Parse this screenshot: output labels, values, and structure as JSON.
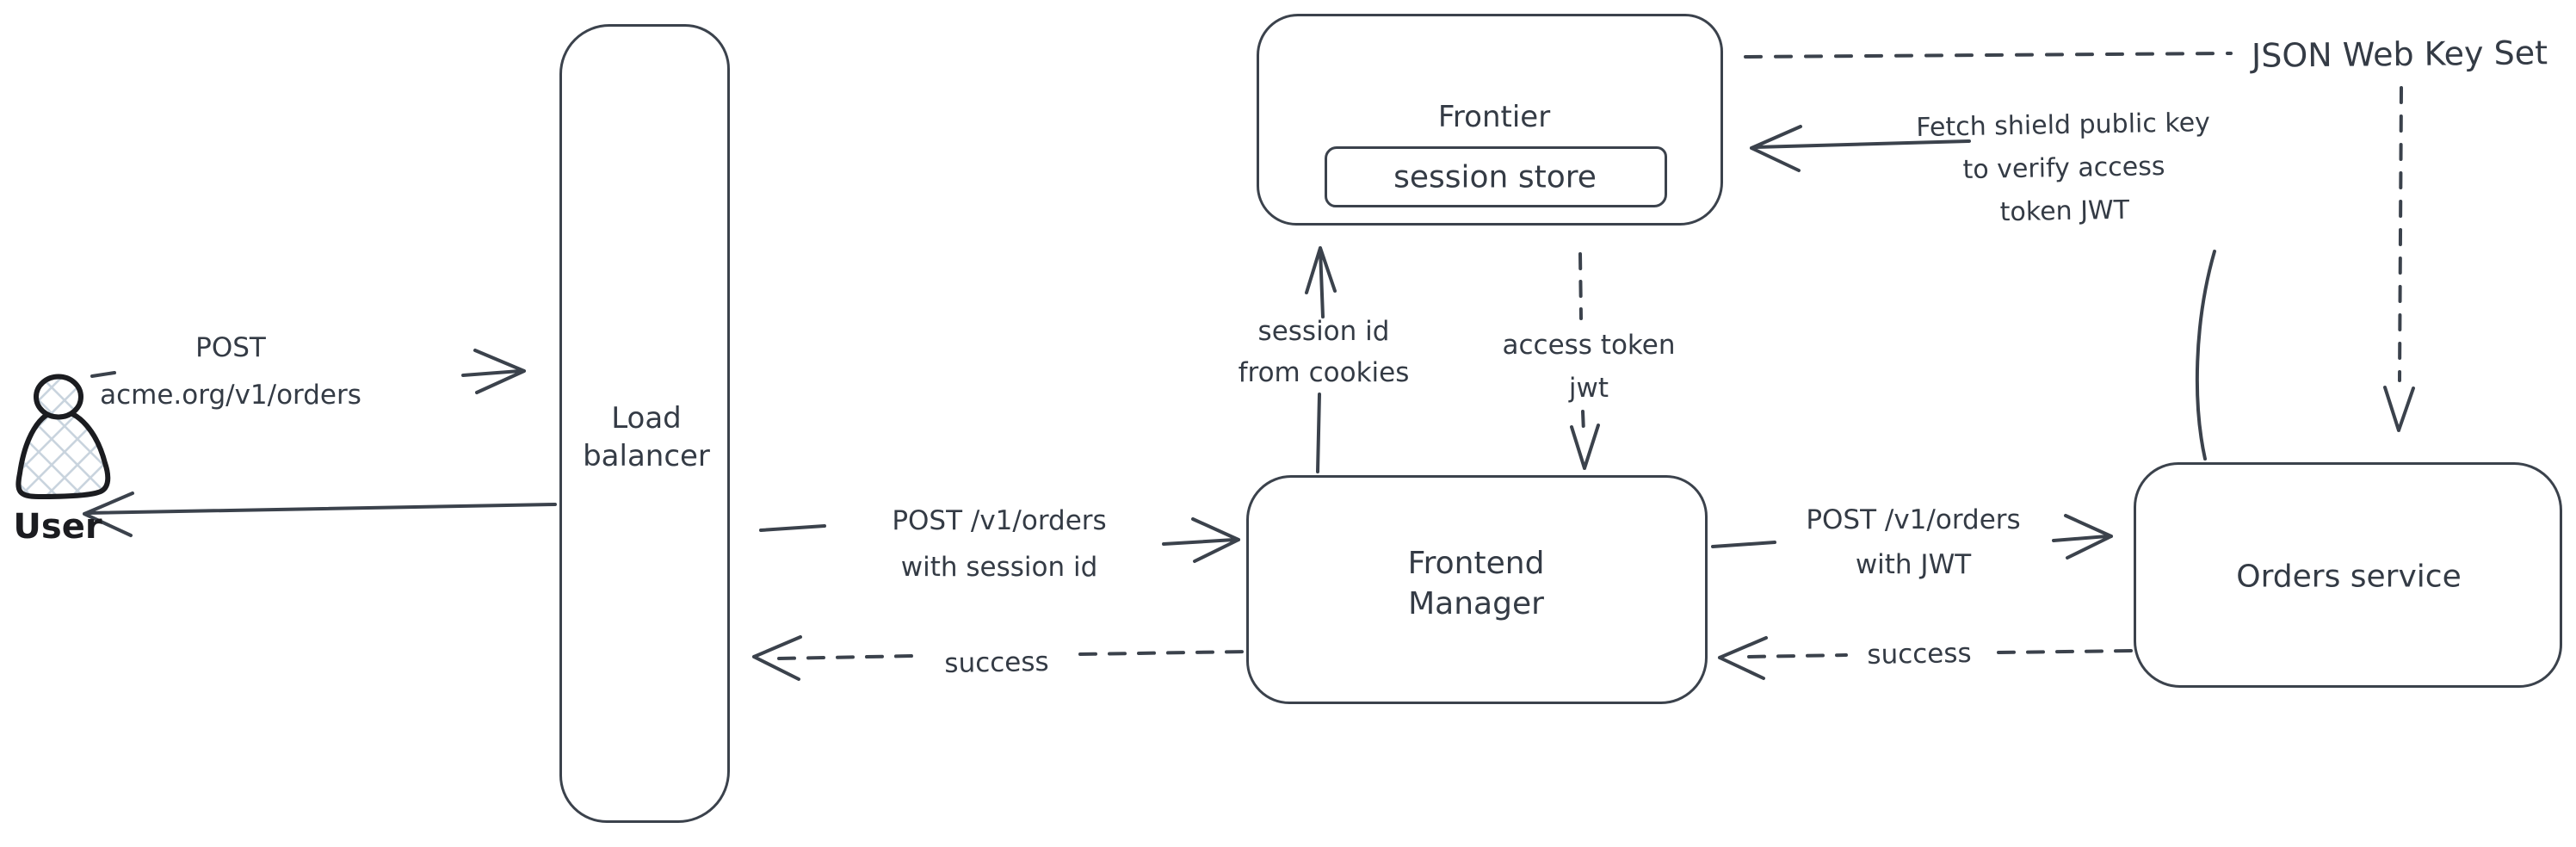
{
  "diagram": {
    "kind": "hand-drawn architecture flow diagram",
    "colors": {
      "stroke": "#3b424c",
      "text": "#343b45",
      "figure_stroke": "#1b1c20",
      "hatch_fill": "#c9d4de",
      "background": "#ffffff"
    }
  },
  "nodes": {
    "user": {
      "label": "User"
    },
    "load_balancer": {
      "lines": [
        "Load",
        "balancer"
      ]
    },
    "frontier": {
      "label": "Frontier"
    },
    "session_store": {
      "label": "session store"
    },
    "frontend_manager": {
      "lines": [
        "Frontend",
        "Manager"
      ]
    },
    "orders_service": {
      "label": "Orders service"
    }
  },
  "edges": {
    "user_to_lb": {
      "lines": [
        "POST",
        "acme.org/v1/orders"
      ]
    },
    "lb_to_fm": {
      "lines": [
        "POST /v1/orders",
        "with session id"
      ]
    },
    "fm_to_lb_success": {
      "label": "success"
    },
    "fm_to_frontier": {
      "lines": [
        "session id",
        "from cookies"
      ]
    },
    "frontier_to_fm": {
      "lines": [
        "access token",
        "jwt"
      ]
    },
    "fm_to_orders": {
      "lines": [
        "POST /v1/orders",
        "with JWT"
      ]
    },
    "orders_to_fm_success": {
      "label": "success"
    },
    "orders_to_frontier": {
      "lines": [
        "Fetch shield public key",
        "to verify access",
        "token JWT"
      ]
    },
    "jwks": {
      "label": "JSON Web Key Set"
    }
  }
}
